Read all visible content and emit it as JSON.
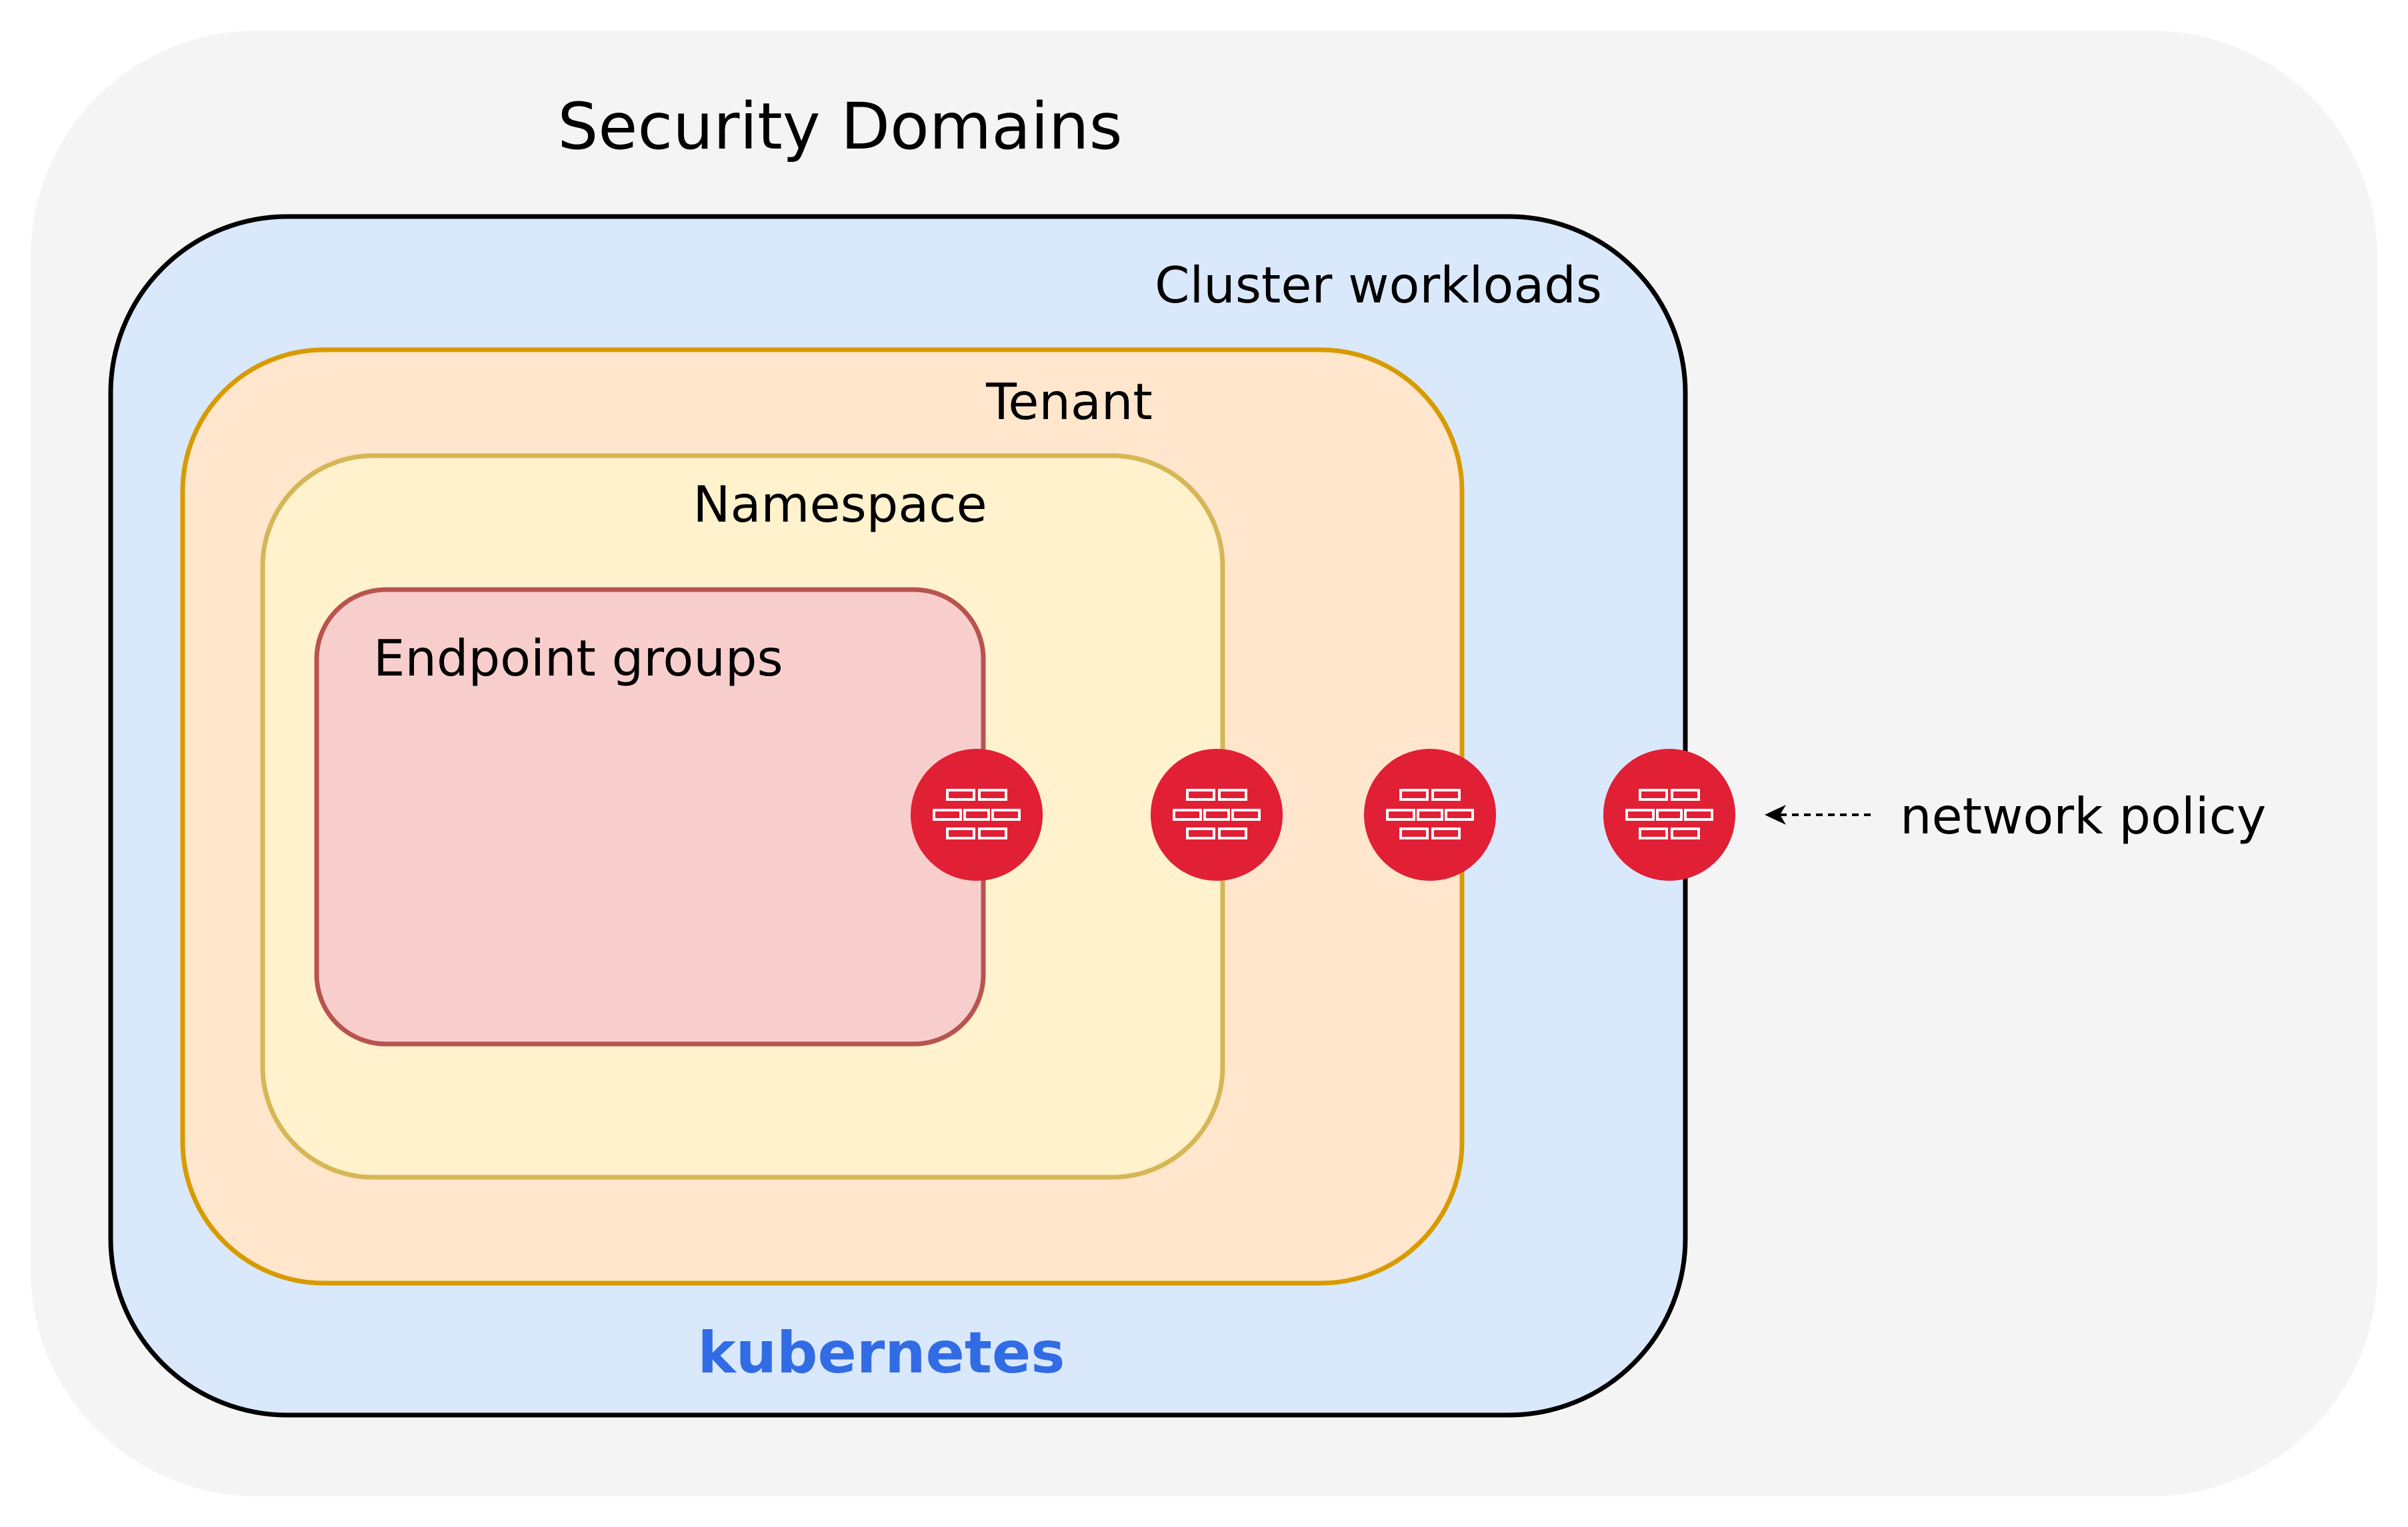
{
  "title": "Security Domains",
  "background": "#f4f4f4",
  "domains": {
    "cluster": {
      "label": "Cluster workloads",
      "fill": "#dae8fc",
      "stroke": "#000000"
    },
    "tenant": {
      "label": "Tenant",
      "fill": "#ffe6cc",
      "stroke": "#d79b00"
    },
    "namespace": {
      "label": "Namespace",
      "fill": "#fff2cc",
      "stroke": "#d6b656"
    },
    "endpoint_groups": {
      "label": "Endpoint groups",
      "fill": "#f8cecc",
      "stroke": "#b85450"
    }
  },
  "policy": {
    "label": "network policy",
    "icon": "firewall-icon",
    "color": "#e11f35"
  },
  "logo": {
    "text": "kubernetes",
    "color": "#326ce5"
  }
}
